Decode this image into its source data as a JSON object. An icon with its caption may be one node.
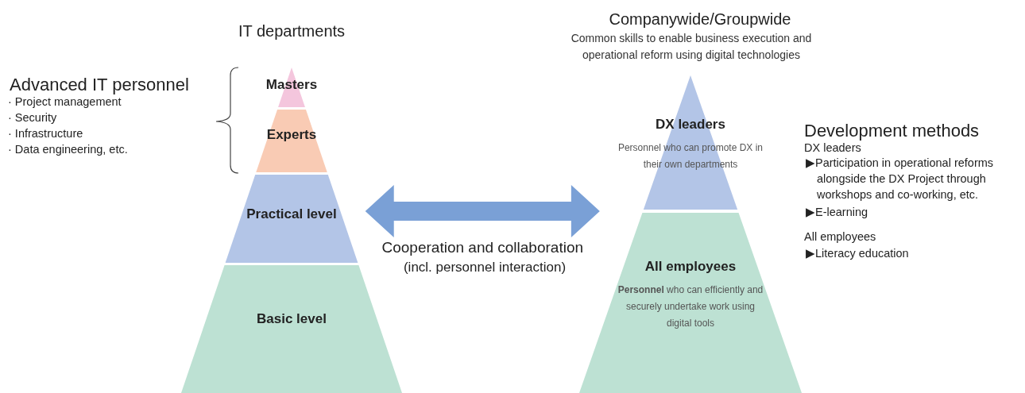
{
  "diagram": {
    "nodes": [
      {
        "text": [
          "Masters"
        ]
      },
      {
        "text": [
          "Experts"
        ]
      },
      {
        "text": [
          "Practical level"
        ]
      },
      {
        "text": [
          "Basic level"
        ]
      },
      {
        "text": [
          "DX leaders",
          "Personnel who can promote DX in their own departments"
        ]
      },
      {
        "text": [
          "All employees",
          "**Personnel** who can efficiently and securely undertake work using digital tools"
        ]
      }
    ],
    "edges": [
      {
        "from": 2,
        "to": 4,
        "arrow": "both",
        "label": "Cooperation and collaboration"
      }
    ],
    "labels": [
      "IT departments",
      "Companywide/Groupwide",
      "Common skills to enable business execution and operational reform using digital technologies",
      "Advanced IT personnel",
      "· Project management",
      "· Security",
      "· Infrastructure",
      "· Data engineering, etc.",
      "(incl. personnel interaction)",
      "Development methods",
      "DX leaders",
      "▶Participation in operational reforms alongside the DX Project through workshops and co-working, etc.",
      "▶E-learning",
      "All employees",
      "▶Literacy education"
    ]
  }
}
